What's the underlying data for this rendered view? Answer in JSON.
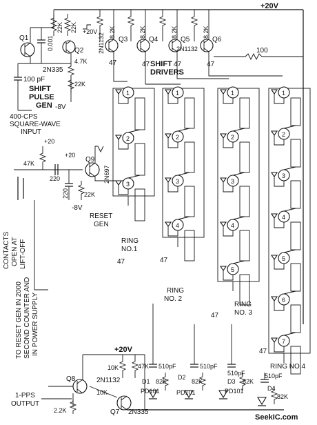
{
  "supply": {
    "main": "+20V",
    "shift": "+20V",
    "reset_a": "+20",
    "reset_b": "+20",
    "pps": "+20V",
    "neg_a": "-8V",
    "neg_b": "-8V"
  },
  "transistors": {
    "q1": "Q1",
    "q2": "Q2",
    "q3": "Q3",
    "q4": "Q4",
    "q5": "Q5",
    "q6": "Q6",
    "q7": "Q7",
    "q8": "Q8",
    "q9": "Q9",
    "t_2n335_a": "2N335",
    "t_2n1132_a": "2N1132",
    "t_2n1132_b": "2N1132",
    "t_2n697": "2N697",
    "t_2n1132_c": "2N1132",
    "t_2n335_b": "2N335"
  },
  "parts": {
    "r_22k_a": "22K",
    "r_22k_b": "22K",
    "r_4_7k": "4.7K",
    "c_001": "0.001",
    "r_22k_c": "22K",
    "c_100pf": "100 pF",
    "r_8_2k_a": "8.2K",
    "r_8_2k_b": "8.2K",
    "r_8_2k_c": "8.2K",
    "r_8_2k_d": "8.2K",
    "r_47_a": "47",
    "r_47_b": "47",
    "r_47_c": "47",
    "r_47_d": "47",
    "r_100": "100",
    "r_47k": "47K",
    "c_220_a": "220",
    "c_220_b": "220",
    "r_22k_d": "22K",
    "r_47_ring1": "47",
    "r_47_ring2": "47",
    "r_47_ring3": "47",
    "r_47_ring4": "47",
    "r_10k_a": "10K",
    "r_47k_b": "47K",
    "r_10k_b": "10K",
    "r_2_2k": "2.2K",
    "c_510_a": "510pF",
    "c_510_b": "510pF",
    "c_510_c": "510pF",
    "c_510_d": "510pF",
    "r_82k_a": "82K",
    "r_82k_b": "82K",
    "r_82k_c": "82K",
    "r_82k_d": "82K",
    "d1": "D1",
    "d2": "D2",
    "d3": "D3",
    "d4": "D4",
    "pd_a": "PD101",
    "pd_b": "PD101",
    "pd_c": "PD101"
  },
  "labels": {
    "shift_pulse_1": "SHIFT",
    "shift_pulse_2": "PULSE",
    "shift_pulse_3": "GEN",
    "shift_drivers_1": "SHIFT",
    "shift_drivers_2": "DRIVERS",
    "input_1": "400-CPS",
    "input_2": "SQUARE-WAVE",
    "input_3": "INPUT",
    "reset_gen_1": "RESET",
    "reset_gen_2": "GEN",
    "ring1_1": "RING",
    "ring1_2": "NO.1",
    "ring2_1": "RING",
    "ring2_2": "NO. 2",
    "ring3_1": "RING",
    "ring3_2": "NO. 3",
    "ring4": "RING NO.4",
    "contacts_1": "CONTACTS",
    "contacts_2": "OPEN AT",
    "contacts_3": "LIFT-OFF",
    "to_reset_1": "TO RESET GEN IN 2000",
    "to_reset_2": "SECOND COUNTER AND",
    "to_reset_3": "IN POWER SUPPLY",
    "pps_1": "1-PPS",
    "pps_2": "OUTPUT",
    "watermark": "SeekIC.com"
  },
  "rings": [
    {
      "name": "ring1",
      "stages": [
        "1",
        "2",
        "3"
      ]
    },
    {
      "name": "ring2",
      "stages": [
        "1",
        "2",
        "3",
        "4"
      ]
    },
    {
      "name": "ring3",
      "stages": [
        "1",
        "2",
        "3",
        "4",
        "5"
      ]
    },
    {
      "name": "ring4",
      "stages": [
        "1",
        "2",
        "3",
        "4",
        "5",
        "6",
        "7"
      ]
    }
  ]
}
